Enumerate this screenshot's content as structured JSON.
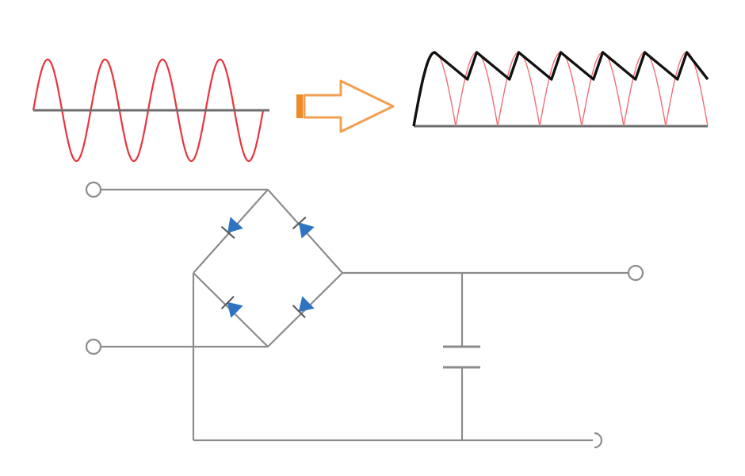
{
  "colors": {
    "sine": "#e8343d",
    "ripple_envelope": "#111111",
    "rectified_halfwaves": "#ef6f77",
    "baseline": "#6e6e6e",
    "arrow": "#f0a050",
    "arrow_tail": "#ee8a28",
    "wire": "#8c8c8c",
    "terminal": "#8c8c8c",
    "diode_fill": "#2f74c0",
    "diode_bar": "#555555"
  },
  "icons": {
    "arrow": "hollow-right-arrow",
    "diode": "diode-symbol",
    "capacitor": "capacitor-symbol",
    "terminal": "open-circle-terminal"
  },
  "input_waveform": {
    "shape": "sine",
    "cycles": 4
  },
  "output_waveform": {
    "shape": "full-wave-rectified-with-ripple",
    "peaks": 7
  },
  "circuit": {
    "topology": "full-bridge-rectifier",
    "diodes": 4,
    "capacitors": 1,
    "input_terminals": 2,
    "output_terminals": 2
  }
}
